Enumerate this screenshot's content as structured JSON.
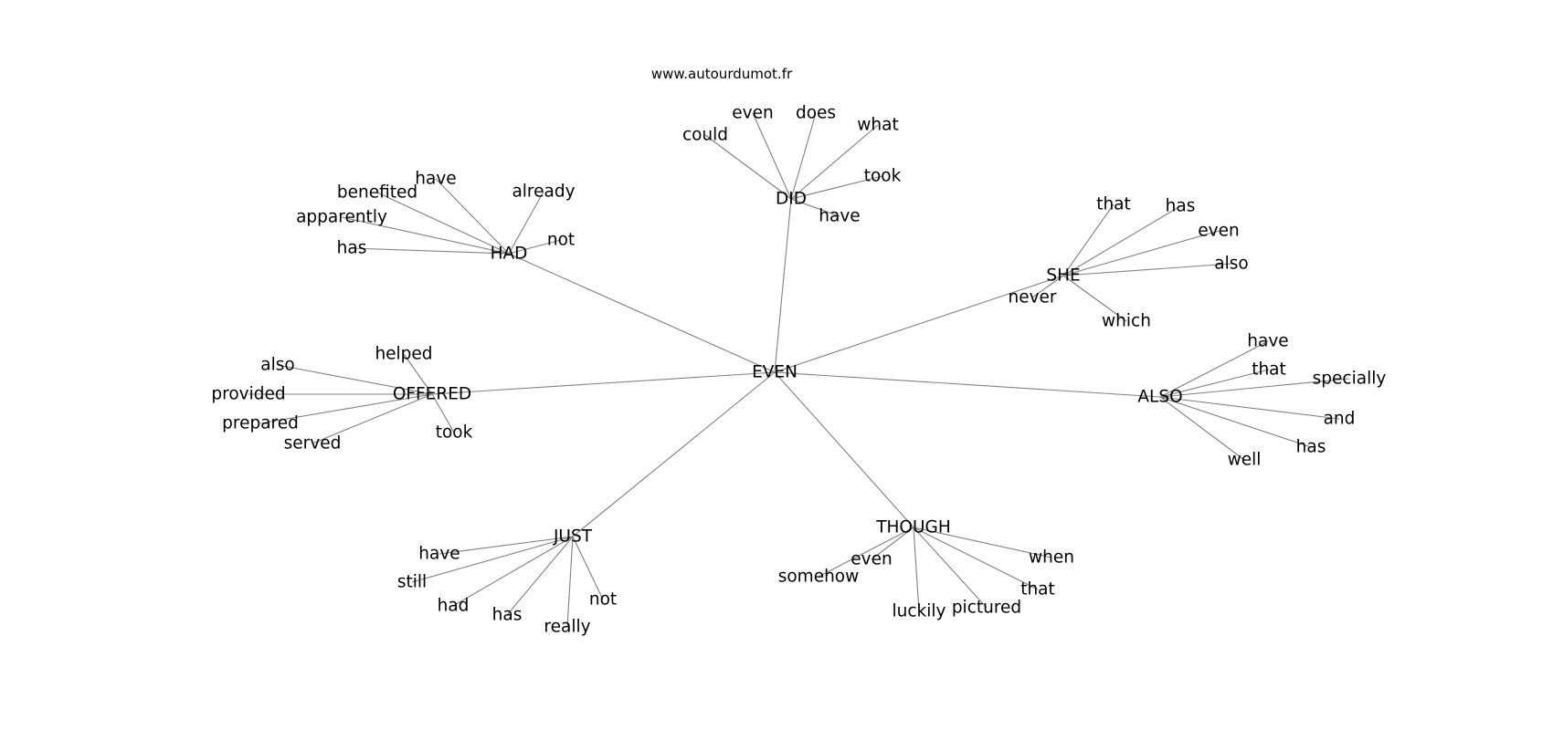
{
  "site_url": "www.autourdumot.fr",
  "root": "EVEN",
  "branches": [
    {
      "hub": "DID",
      "leaves": [
        "could",
        "even",
        "does",
        "what",
        "took",
        "have"
      ]
    },
    {
      "hub": "HAD",
      "leaves": [
        "have",
        "benefited",
        "already",
        "apparently",
        "not",
        "has"
      ]
    },
    {
      "hub": "SHE",
      "leaves": [
        "that",
        "has",
        "even",
        "also",
        "never",
        "which"
      ]
    },
    {
      "hub": "OFFERED",
      "leaves": [
        "helped",
        "also",
        "provided",
        "prepared",
        "served",
        "took"
      ]
    },
    {
      "hub": "ALSO",
      "leaves": [
        "have",
        "that",
        "specially",
        "and",
        "has",
        "well"
      ]
    },
    {
      "hub": "JUST",
      "leaves": [
        "have",
        "still",
        "had",
        "has",
        "really",
        "not"
      ]
    },
    {
      "hub": "THOUGH",
      "leaves": [
        "even",
        "somehow",
        "when",
        "that",
        "luckily",
        "pictured"
      ]
    }
  ]
}
